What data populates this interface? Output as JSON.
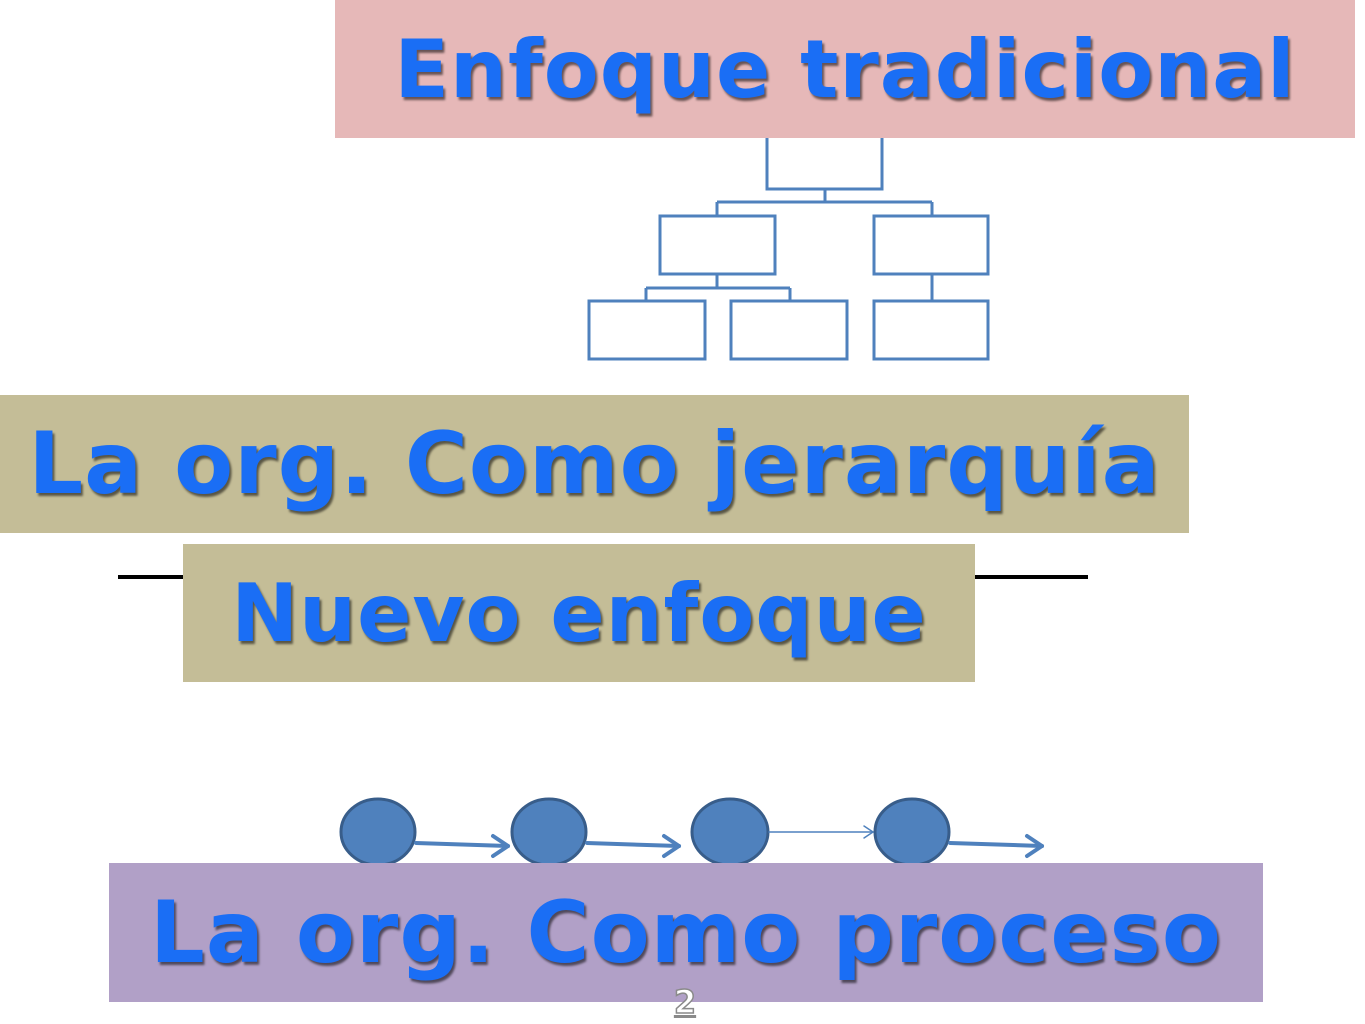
{
  "banners": {
    "traditional": "Enfoque tradicional",
    "hierarchy": "La org. Como jerarquía",
    "new_approach": "Nuevo enfoque",
    "process": "La org. Como proceso"
  },
  "slide_number": "2",
  "colors": {
    "title_text": "#1a6ef5",
    "banner_traditional": "#e6b8b8",
    "banner_hierarchy": "#c4bd97",
    "banner_new_approach": "#c4bd97",
    "banner_process": "#b1a0c7",
    "org_box_stroke": "#4f81bd",
    "process_node_fill": "#4f81bd",
    "process_node_stroke": "#385d8a"
  }
}
